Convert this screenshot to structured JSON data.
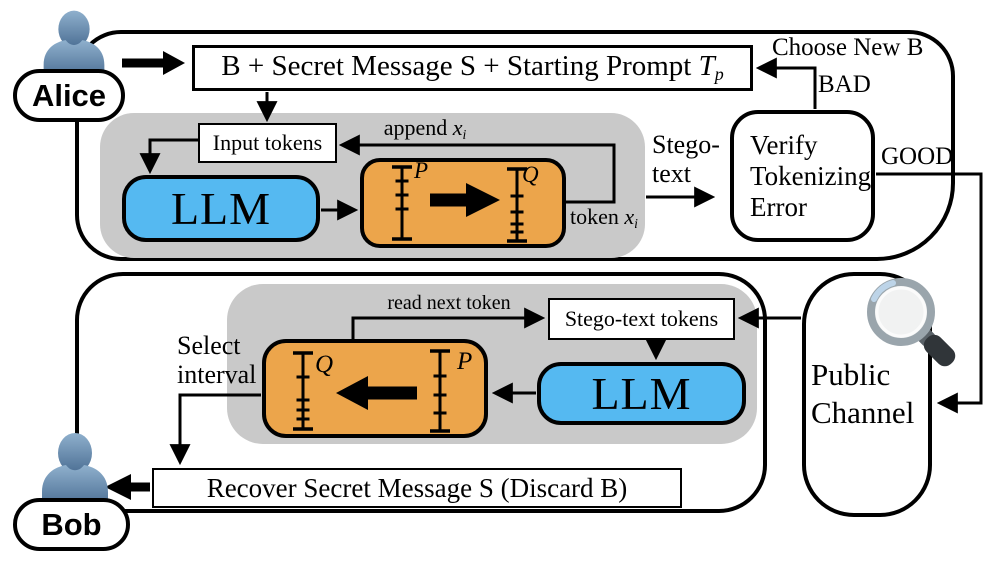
{
  "colors": {
    "llm_blue": "#55b9f1",
    "dist_orange": "#eca54b",
    "panel_gray": "#c9c9c9",
    "outline": "#000000",
    "avatar_top": "#8fb0cd",
    "avatar_bottom": "#4c6f94",
    "magnifier_glass": "#f1f2f2",
    "magnifier_rim": "#9aa5ac",
    "magnifier_handle": "#303539"
  },
  "alice": {
    "actor_label": "Alice",
    "message_box": {
      "text": "B + Secret Message S + Starting Prompt ",
      "var": "T",
      "sub": "p"
    },
    "input_tokens_label": "Input tokens",
    "llm_label": "LLM",
    "append_label": {
      "text": "append ",
      "var": "x",
      "sub": "i"
    },
    "token_label": {
      "text": "token ",
      "var": "x",
      "sub": "i"
    },
    "dist_source_label": "P",
    "dist_target_label": "Q",
    "stego_lines": [
      "Stego-",
      "text"
    ],
    "verify_lines": [
      "Verify",
      "Tokenizing",
      "Error"
    ],
    "bad_label": "BAD",
    "good_label": "GOOD",
    "choose_new_b_label": "Choose New B"
  },
  "bob": {
    "actor_label": "Bob",
    "select_lines": [
      "Select",
      "interval"
    ],
    "read_next_token_label": "read next token",
    "stego_tokens_label": "Stego-text tokens",
    "llm_label": "LLM",
    "dist_target_label": "Q",
    "dist_source_label": "P",
    "recover_label": "Recover Secret Message S (Discard B)"
  },
  "channel": {
    "lines": [
      "Public",
      "Channel"
    ]
  }
}
